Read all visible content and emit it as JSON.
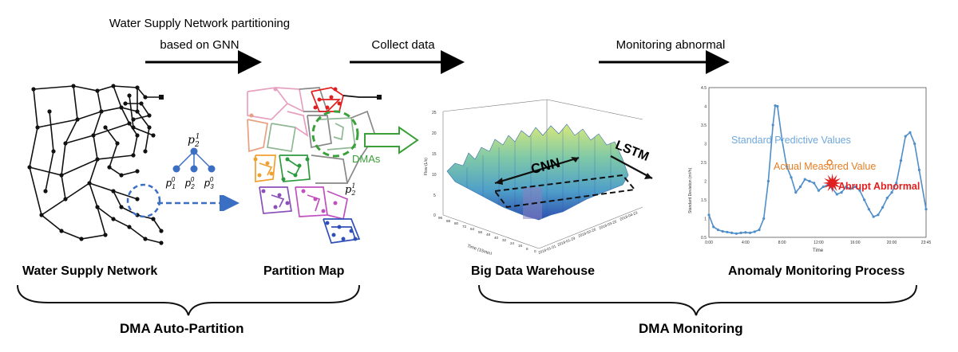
{
  "steps": {
    "partition_line1": "Water Supply Network partitioning",
    "partition_line2": "based on GNN",
    "collect": "Collect data",
    "monitoring": "Monitoring abnormal"
  },
  "panels": {
    "network": "Water Supply Network",
    "partition": "Partition Map",
    "warehouse": "Big Data Warehouse",
    "anomaly": "Anomaly Monitoring Process"
  },
  "groups": {
    "auto_partition": "DMA Auto-Partition",
    "monitoring": "DMA Monitoring"
  },
  "gnn_tree": {
    "root": "p",
    "root_sub": "2",
    "root_sup": "1",
    "leaves": [
      {
        "base": "p",
        "sub": "1",
        "sup": "0"
      },
      {
        "base": "p",
        "sub": "2",
        "sup": "0"
      },
      {
        "base": "p",
        "sub": "3",
        "sup": "0"
      }
    ]
  },
  "partition_map": {
    "dma_label": "DMAs",
    "node_label": {
      "base": "p",
      "sub": "2",
      "sup": "1"
    },
    "colors": {
      "red": "#e02020",
      "pink": "#e8a0c0",
      "sage": "#8fb894",
      "salmon": "#e8a080",
      "orange": "#f0a030",
      "green": "#2e9a3e",
      "purple": "#8a50b8",
      "magenta": "#c050c0",
      "blue": "#3050b8",
      "gray": "#888888",
      "dma_circle": "#3aa03a"
    }
  },
  "warehouse": {
    "cnn_label": "CNN",
    "lstm_label": "LSTM",
    "z_axis_label": "Flow (L/s)",
    "z_ticks": [
      "0",
      "5",
      "10",
      "15",
      "20",
      "25"
    ],
    "time_axis_label": "Time (15min)",
    "time_ticks": [
      "0",
      "8",
      "16",
      "24",
      "32",
      "40",
      "48",
      "56",
      "64",
      "72",
      "80",
      "88",
      "96"
    ],
    "date_ticks": [
      "2018-01-01",
      "2018-01-29",
      "2018-02-26",
      "2018-03-26",
      "2018-04-23"
    ]
  },
  "chart_data": {
    "type": "line",
    "title": "",
    "xlabel": "Time",
    "ylabel": "Standard Deviation (m³/h)",
    "x_ticks": [
      "0:00",
      "4:00",
      "8:00",
      "12:00",
      "16:00",
      "20:00",
      "23:45"
    ],
    "y_ticks": [
      "0.5",
      "1",
      "1.5",
      "2",
      "2.5",
      "3",
      "3.5",
      "4",
      "4.5"
    ],
    "ylim": [
      0.5,
      4.5
    ],
    "series": [
      {
        "name": "Standard Predictive Values",
        "x": [
          0,
          0.5,
          1,
          1.5,
          2,
          2.5,
          3,
          3.5,
          4,
          4.5,
          5,
          5.5,
          6,
          6.5,
          7,
          7.25,
          7.5,
          8,
          8.5,
          9,
          9.5,
          10,
          10.5,
          11,
          11.5,
          12,
          12.5,
          13,
          13.5,
          14,
          14.5,
          15,
          15.5,
          16,
          16.5,
          17,
          17.5,
          18,
          18.5,
          19,
          19.5,
          20,
          20.5,
          21,
          21.5,
          22,
          22.5,
          23,
          23.75
        ],
        "values": [
          1.1,
          0.78,
          0.7,
          0.66,
          0.64,
          0.62,
          0.6,
          0.62,
          0.63,
          0.62,
          0.65,
          0.7,
          1.0,
          2.0,
          3.5,
          4.02,
          4.0,
          3.1,
          2.4,
          2.1,
          1.7,
          1.85,
          2.05,
          2.0,
          1.95,
          1.75,
          1.85,
          1.9,
          1.8,
          1.65,
          1.7,
          1.85,
          1.8,
          1.85,
          1.75,
          1.5,
          1.25,
          1.05,
          1.1,
          1.3,
          1.55,
          1.7,
          1.95,
          2.55,
          3.2,
          3.3,
          3.0,
          2.3,
          1.25
        ]
      }
    ],
    "annotations": [
      {
        "text": "Standard Predictive Values",
        "color": "#6fa8dc"
      },
      {
        "text": "Actual Measured Value",
        "color": "#e67e22"
      },
      {
        "text": "Abrupt Abnormal",
        "color": "#e02020"
      }
    ],
    "measured_point": {
      "x": 13.2,
      "y": 2.5
    },
    "abnormal_point": {
      "x": 13.5,
      "y": 1.95
    }
  }
}
